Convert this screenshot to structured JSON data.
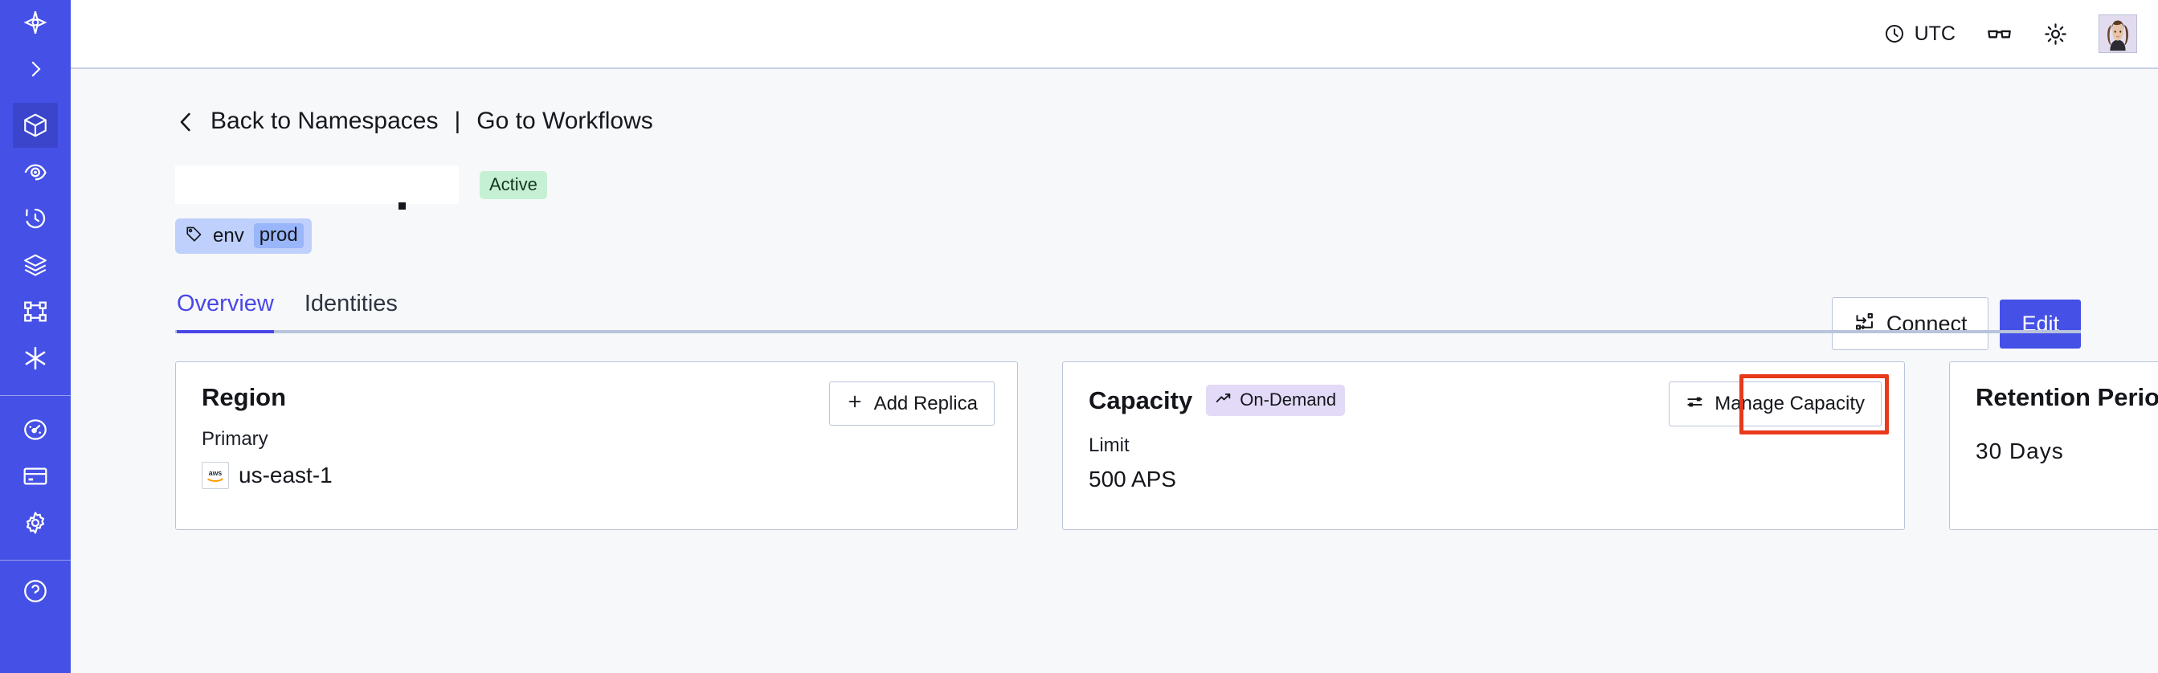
{
  "sidebar": {
    "items": [
      {
        "name": "temporal-logo-icon",
        "label": "Temporal"
      },
      {
        "name": "chevron-right-icon",
        "label": "Expand navigation"
      },
      {
        "name": "cube-icon",
        "label": "Namespaces",
        "active": true
      },
      {
        "name": "eye-icon",
        "label": "Observability"
      },
      {
        "name": "history-icon",
        "label": "Schedules"
      },
      {
        "name": "layers-icon",
        "label": "Task Queues"
      },
      {
        "name": "workflow-graph-icon",
        "label": "Workflows"
      },
      {
        "name": "asterisk-icon",
        "label": "Nexus"
      },
      {
        "name": "dashboard-icon",
        "label": "Usage"
      },
      {
        "name": "credit-card-icon",
        "label": "Billing"
      },
      {
        "name": "gear-icon",
        "label": "Settings"
      }
    ]
  },
  "header": {
    "timezone": "UTC",
    "clock_icon": "clock-icon",
    "glasses_icon": "glasses-icon",
    "theme_icon": "sun-icon",
    "avatar_icon": "user-avatar"
  },
  "breadcrumb": {
    "back_icon": "chevron-left-icon",
    "back_label": "Back to Namespaces",
    "separator": "|",
    "forward_label": "Go to Workflows"
  },
  "namespace": {
    "title": "",
    "status_badge": "Active",
    "tag_icon": "tag-icon",
    "tag_key": "env",
    "tag_value": "prod"
  },
  "actions": {
    "connect_icon": "connect-icon",
    "connect_label": "Connect",
    "edit_label": "Edit"
  },
  "tabs": [
    {
      "label": "Overview",
      "active": true
    },
    {
      "label": "Identities",
      "active": false
    }
  ],
  "cards": {
    "region": {
      "title": "Region",
      "add_replica_icon": "plus-icon",
      "add_replica_label": "Add Replica",
      "sub_label": "Primary",
      "provider_icon": "aws-logo",
      "value": "us-east-1"
    },
    "capacity": {
      "title": "Capacity",
      "badge_icon": "trending-up-icon",
      "badge_label": "On-Demand",
      "manage_icon": "sliders-icon",
      "manage_label": "Manage Capacity",
      "sub_label": "Limit",
      "value": "500 APS",
      "highlighted": true
    },
    "retention": {
      "title": "Retention Period",
      "value": "30  Days"
    }
  },
  "colors": {
    "brand_indigo": "#4550e6",
    "sidebar_active": "#3b45cc",
    "tab_active": "#4a47e8",
    "badge_active_bg": "#c6f0d3",
    "badge_ondemand_bg": "#e3daf7",
    "tag_bg": "#bed0fb",
    "tag_value_bg": "#9ab6fa",
    "highlight_red": "#e8391c",
    "page_bg": "#f7f8fa",
    "card_border": "#b9c3dc"
  }
}
